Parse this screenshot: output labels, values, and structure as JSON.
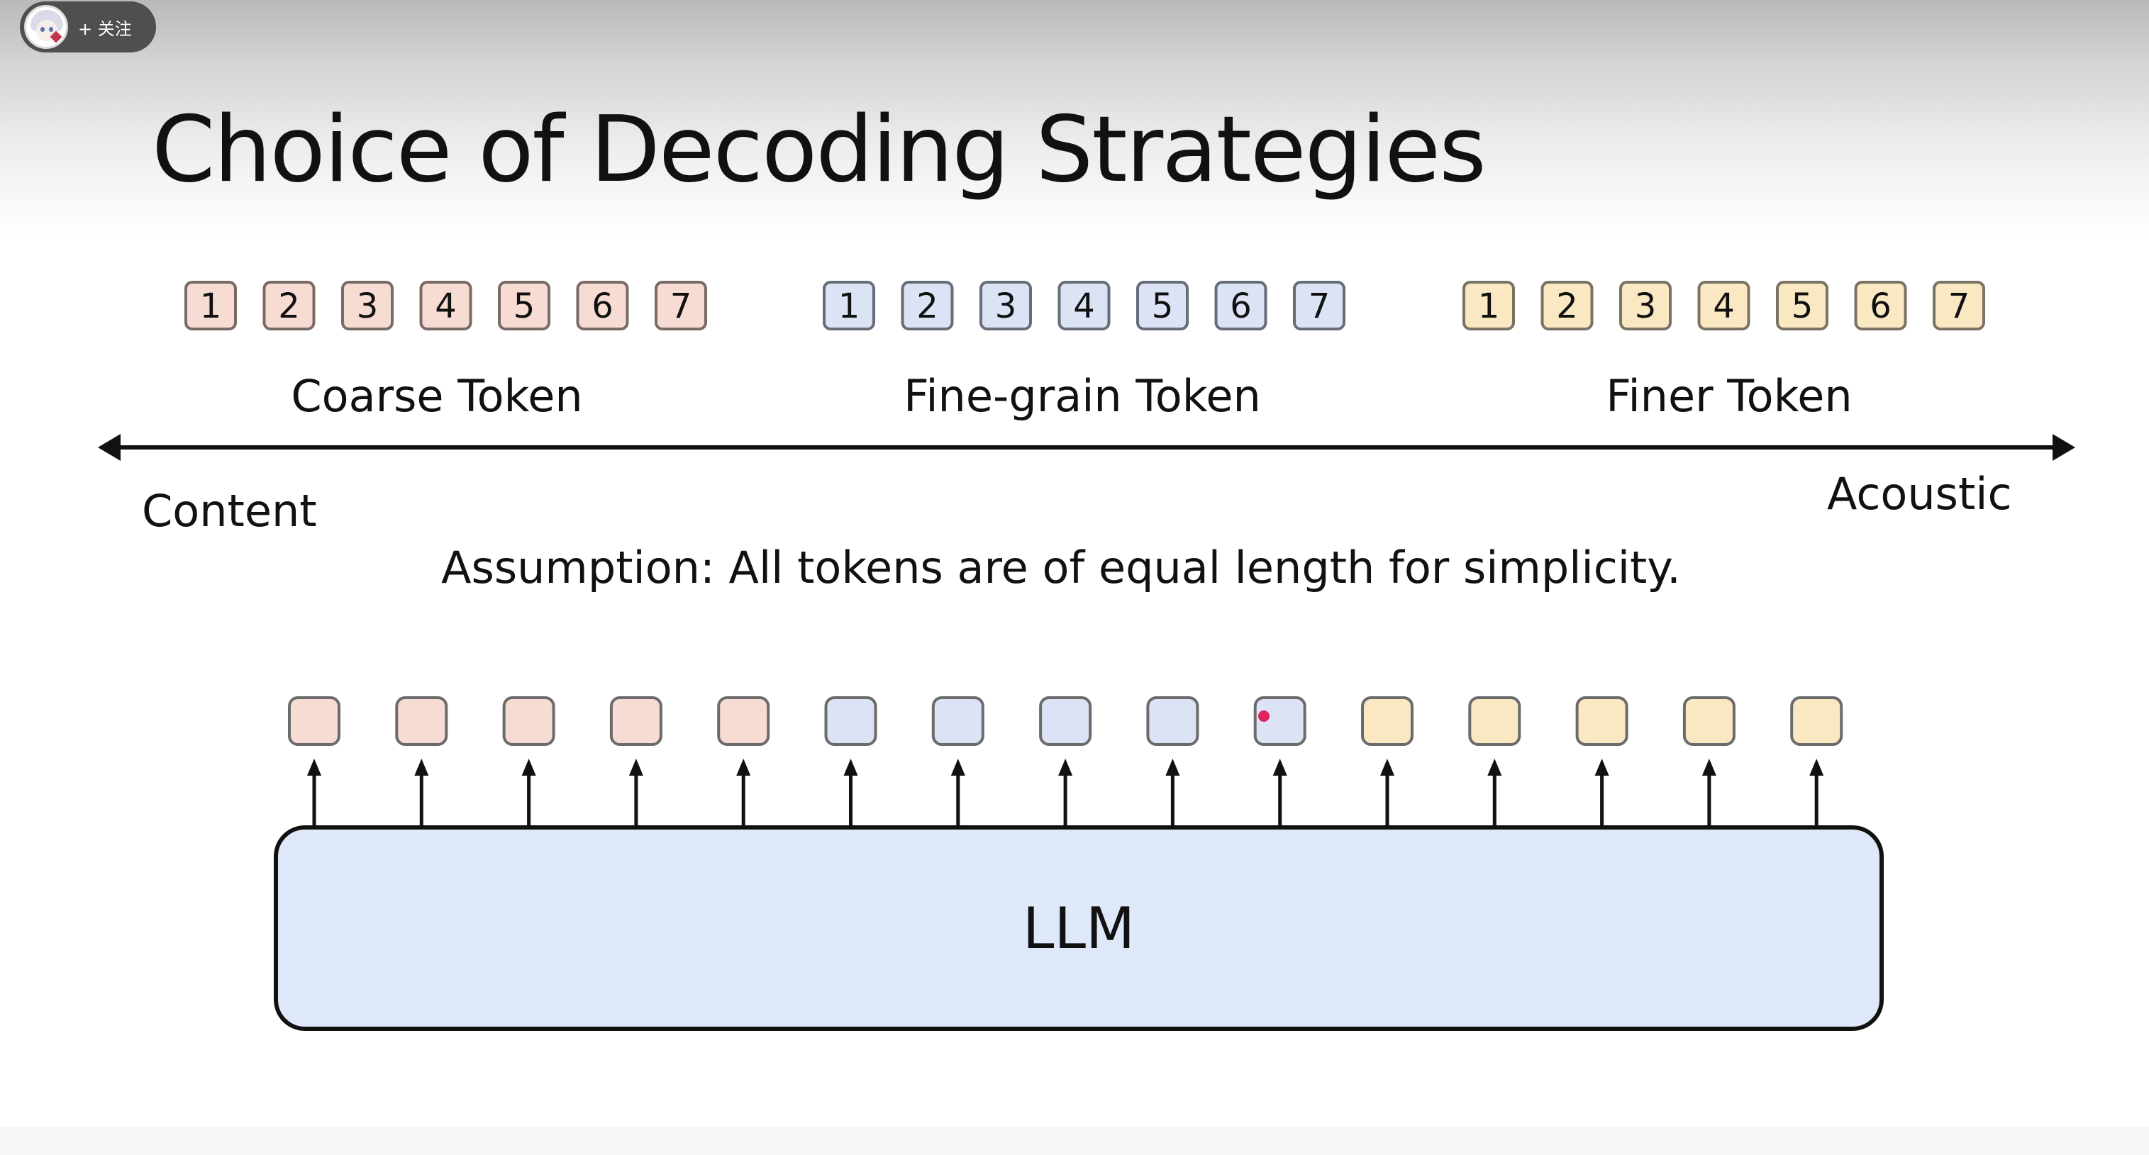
{
  "overlay": {
    "follow_label": "+ 关注"
  },
  "slide": {
    "title": "Choice of Decoding Strategies",
    "groups": [
      {
        "label": "Coarse Token",
        "tokens": [
          "1",
          "2",
          "3",
          "4",
          "5",
          "6",
          "7"
        ],
        "fill": "#f7dcd3",
        "border": "#7a6a66"
      },
      {
        "label": "Fine-grain Token",
        "tokens": [
          "1",
          "2",
          "3",
          "4",
          "5",
          "6",
          "7"
        ],
        "fill": "#dbe3f4",
        "border": "#666c78"
      },
      {
        "label": "Finer Token",
        "tokens": [
          "1",
          "2",
          "3",
          "4",
          "5",
          "6",
          "7"
        ],
        "fill": "#f9e8c2",
        "border": "#7a7262"
      }
    ],
    "axis": {
      "left_label": "Content",
      "right_label": "Acoustic"
    },
    "assumption": "Assumption: All tokens are of equal length for simplicity.",
    "llm_label": "LLM",
    "output_tokens": [
      {
        "fill": "#f7dcd3"
      },
      {
        "fill": "#f7dcd3"
      },
      {
        "fill": "#f7dcd3"
      },
      {
        "fill": "#f7dcd3"
      },
      {
        "fill": "#f7dcd3"
      },
      {
        "fill": "#dbe3f4"
      },
      {
        "fill": "#dbe3f4"
      },
      {
        "fill": "#dbe3f4"
      },
      {
        "fill": "#dbe3f4"
      },
      {
        "fill": "#dbe3f4"
      },
      {
        "fill": "#f9e8c2"
      },
      {
        "fill": "#f9e8c2"
      },
      {
        "fill": "#f9e8c2"
      },
      {
        "fill": "#f9e8c2"
      },
      {
        "fill": "#f9e8c2"
      }
    ],
    "cursor_color": "#e0245e",
    "llm_fill": "#dfe8f8"
  }
}
